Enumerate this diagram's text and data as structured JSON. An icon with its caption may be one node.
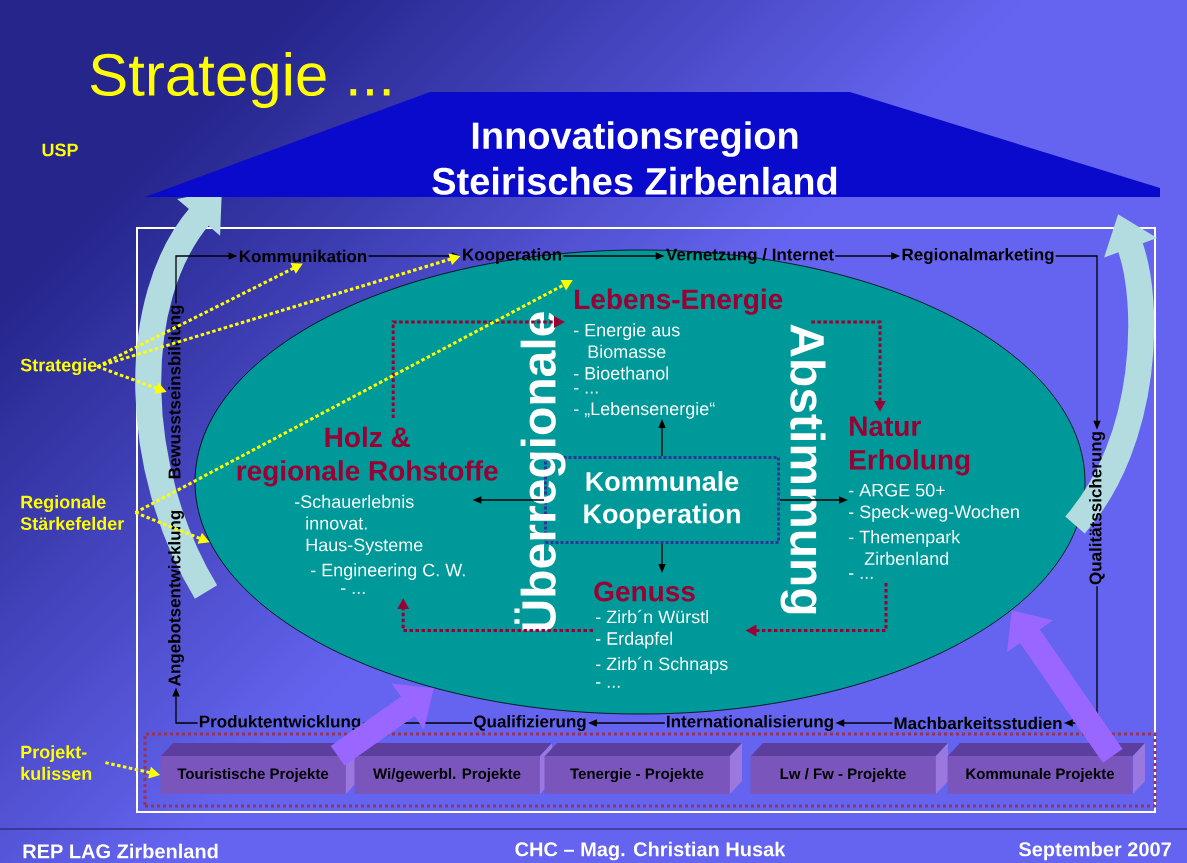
{
  "diagram": {
    "title": "Strategie ...",
    "nodes": [
      {
        "text": [
          "Innovationsregion Steirisches Zirbenland"
        ]
      },
      {
        "text": [
          "Kommunikation"
        ]
      },
      {
        "text": [
          "Kooperation"
        ]
      },
      {
        "text": [
          "Vernetzung / Internet"
        ]
      },
      {
        "text": [
          "Regionalmarketing"
        ]
      },
      {
        "text": [
          "Qualitätssicherung"
        ]
      },
      {
        "text": [
          "Machbarkeitsstudien"
        ]
      },
      {
        "text": [
          "Internationalisierung"
        ]
      },
      {
        "text": [
          "Qualifizierung"
        ]
      },
      {
        "text": [
          "Produktentwicklung"
        ]
      },
      {
        "text": [
          "Angebotsentwicklung"
        ]
      },
      {
        "text": [
          "Bewusstseinsbildung"
        ]
      },
      {
        "text": [],
        "shape": "ellipse"
      },
      {
        "text": [
          "Lebens-Energie",
          "- Energie aus Biomasse",
          "- Bioethanol",
          "- ...",
          "- „Lebensenergie“"
        ],
        "in": 12
      },
      {
        "text": [
          "Holz & regionale Rohstoffe",
          "-Schauerlebnis innovat. Haus-Systeme",
          "- Engineering C. W.",
          "- ..."
        ],
        "in": 12
      },
      {
        "text": [
          "Kommunale Kooperation"
        ],
        "in": 12
      },
      {
        "text": [
          "Natur Erholung",
          "- ARGE 50+",
          "- Speck-weg-Wochen",
          "- Themenpark Zirbenland",
          "- ..."
        ],
        "in": 12
      },
      {
        "text": [
          "Genuss",
          "- Zirb´n Würstl",
          "- Erdapfel",
          "- Zirb´n Schnaps",
          "- ..."
        ],
        "in": 12
      },
      {
        "text": [],
        "shape": "box"
      },
      {
        "text": [
          "Touristische Projekte"
        ],
        "in": 18
      },
      {
        "text": [
          "Wi/gewerbl. Projekte"
        ],
        "in": 18
      },
      {
        "text": [
          "Tenergie - Projekte"
        ],
        "in": 18
      },
      {
        "text": [
          "Lw / Fw - Projekte"
        ],
        "in": 18
      },
      {
        "text": [
          "Kommunale Projekte"
        ],
        "in": 18
      },
      {
        "text": [
          "Strategie"
        ]
      },
      {
        "text": [
          "Regionale Stärkefelder"
        ]
      },
      {
        "text": [
          "Projekt-kulissen"
        ]
      }
    ],
    "edges": [
      {
        "from": 11,
        "to": 1,
        "arrow": "to"
      },
      {
        "from": 1,
        "to": 2,
        "arrow": "to"
      },
      {
        "from": 2,
        "to": 3,
        "arrow": "to"
      },
      {
        "from": 3,
        "to": 4,
        "arrow": "to"
      },
      {
        "from": 4,
        "to": 5,
        "arrow": "to"
      },
      {
        "from": 5,
        "to": 6,
        "arrow": "to"
      },
      {
        "from": 6,
        "to": 7,
        "arrow": "to"
      },
      {
        "from": 7,
        "to": 8,
        "arrow": "to"
      },
      {
        "from": 8,
        "to": 9,
        "arrow": "to"
      },
      {
        "from": 9,
        "to": 10,
        "arrow": "to"
      },
      {
        "from": 15,
        "to": 13,
        "arrow": "to"
      },
      {
        "from": 15,
        "to": 14,
        "arrow": "to"
      },
      {
        "from": 15,
        "to": 16,
        "arrow": "to"
      },
      {
        "from": 15,
        "to": 17,
        "arrow": "to"
      },
      {
        "from": 14,
        "to": 13,
        "arrow": "to",
        "style": "dashed",
        "color": "#990033"
      },
      {
        "from": 13,
        "to": 16,
        "arrow": "to",
        "style": "dashed",
        "color": "#990033"
      },
      {
        "from": 16,
        "to": 17,
        "arrow": "to",
        "style": "dashed",
        "color": "#990033"
      },
      {
        "from": 17,
        "to": 14,
        "arrow": "to",
        "style": "dashed",
        "color": "#990033"
      },
      {
        "from": 24,
        "to": 1,
        "arrow": "to",
        "style": "dashed",
        "color": "#ffff00"
      },
      {
        "from": 24,
        "to": 2,
        "arrow": "to",
        "style": "dashed",
        "color": "#ffff00"
      },
      {
        "from": 24,
        "to": 11,
        "arrow": "to",
        "style": "dashed",
        "color": "#ffff00"
      },
      {
        "from": 25,
        "to": 13,
        "arrow": "to",
        "style": "dashed",
        "color": "#ffff00"
      },
      {
        "from": 25,
        "to": 12,
        "arrow": "to",
        "style": "dashed",
        "color": "#ffff00"
      },
      {
        "from": 26,
        "to": 19,
        "arrow": "to",
        "style": "dashed",
        "color": "#ffff00"
      },
      {
        "from": 19,
        "to": 12,
        "arrow": "to",
        "style": "thick",
        "color": "#9966ff"
      },
      {
        "from": 23,
        "to": 12,
        "arrow": "to",
        "style": "thick",
        "color": "#9966ff"
      }
    ],
    "labels": [
      "USP",
      "Überregionale",
      "Abstimmung",
      "REP LAG Zirbenland",
      "CHC – Mag. Christian Husak",
      "September 2007"
    ]
  }
}
